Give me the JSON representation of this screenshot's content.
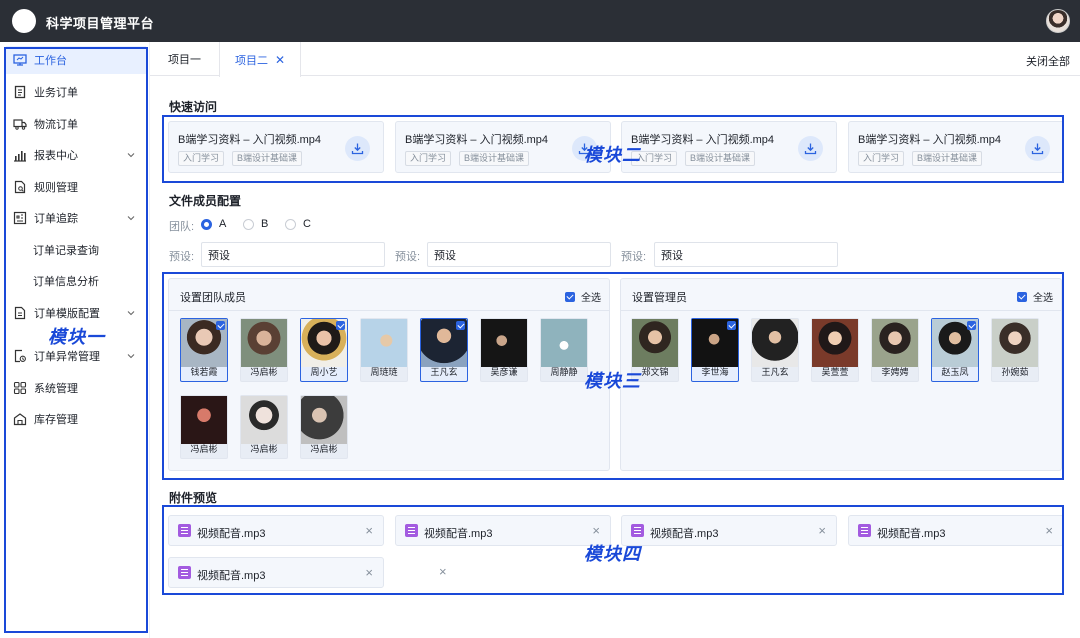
{
  "app": {
    "title": "科学项目管理平台"
  },
  "sidebar": {
    "items": [
      {
        "label": "工作台",
        "icon": "monitor-icon"
      },
      {
        "label": "业务订单",
        "icon": "clipboard-icon"
      },
      {
        "label": "物流订单",
        "icon": "truck-icon"
      },
      {
        "label": "报表中心",
        "icon": "bar-chart-icon"
      },
      {
        "label": "规则管理",
        "icon": "document-search-icon"
      },
      {
        "label": "订单追踪",
        "icon": "track-icon"
      },
      {
        "label": "订单记录查询"
      },
      {
        "label": "订单信息分析"
      },
      {
        "label": "订单模版配置",
        "icon": "file-text-icon"
      },
      {
        "label": "订单异常管理",
        "icon": "alert-doc-icon"
      },
      {
        "label": "系统管理",
        "icon": "grid-icon"
      },
      {
        "label": "库存管理",
        "icon": "warehouse-icon"
      }
    ]
  },
  "tabs": [
    {
      "label": "项目一"
    },
    {
      "label": "项目二",
      "close": "✕"
    }
  ],
  "close_all": "关闭全部",
  "quick_access": {
    "title": "快速访问",
    "cards": [
      {
        "name": "B端学习资料 – 入门视频.mp4",
        "tags": [
          "入门学习",
          "B端设计基础课"
        ]
      },
      {
        "name": "B端学习资料 – 入门视频.mp4",
        "tags": [
          "入门学习",
          "B端设计基础课"
        ]
      },
      {
        "name": "B端学习资料 – 入门视频.mp4",
        "tags": [
          "入门学习",
          "B端设计基础课"
        ]
      },
      {
        "name": "B端学习资料 – 入门视频.mp4",
        "tags": [
          "入门学习",
          "B端设计基础课"
        ]
      }
    ]
  },
  "member_config": {
    "title": "文件成员配置",
    "team_label": "团队:",
    "teams": [
      "A",
      "B",
      "C"
    ],
    "selected_team": "A",
    "presets": [
      {
        "label": "预设:",
        "value": "预设"
      },
      {
        "label": "预设:",
        "value": "预设"
      },
      {
        "label": "预设:",
        "value": "预设"
      }
    ]
  },
  "team_panel": {
    "title": "设置团队成员",
    "select_all": "全选",
    "members": [
      {
        "name": "钱若霞",
        "selected": true
      },
      {
        "name": "冯启彬",
        "selected": false
      },
      {
        "name": "周小艺",
        "selected": true
      },
      {
        "name": "周琏琏",
        "selected": false
      },
      {
        "name": "王凡玄",
        "selected": true
      },
      {
        "name": "吴彦谦",
        "selected": false
      },
      {
        "name": "周静静",
        "selected": false
      },
      {
        "name": "冯启彬",
        "selected": false
      },
      {
        "name": "冯启彬",
        "selected": false
      },
      {
        "name": "冯启彬",
        "selected": false
      }
    ]
  },
  "admin_panel": {
    "title": "设置管理员",
    "select_all": "全选",
    "members": [
      {
        "name": "郑文锦",
        "selected": false
      },
      {
        "name": "李世海",
        "selected": true
      },
      {
        "name": "王凡玄",
        "selected": false
      },
      {
        "name": "吴萱萱",
        "selected": false
      },
      {
        "name": "李娉娉",
        "selected": false
      },
      {
        "name": "赵玉凤",
        "selected": true
      },
      {
        "name": "孙婉茹",
        "selected": false
      }
    ]
  },
  "attachments": {
    "title": "附件预览",
    "items": [
      {
        "name": "视频配音.mp3"
      },
      {
        "name": "视频配音.mp3"
      },
      {
        "name": "视频配音.mp3"
      },
      {
        "name": "视频配音.mp3"
      },
      {
        "name": "视频配音.mp3"
      }
    ],
    "close": "×"
  },
  "annotations": [
    "模块一",
    "模块二",
    "模块三",
    "模块四"
  ],
  "colors": {
    "accent": "#2b63e0",
    "annotation": "#1a49d8",
    "topbar": "#2b2f36",
    "attachment_icon": "#a35be0"
  }
}
